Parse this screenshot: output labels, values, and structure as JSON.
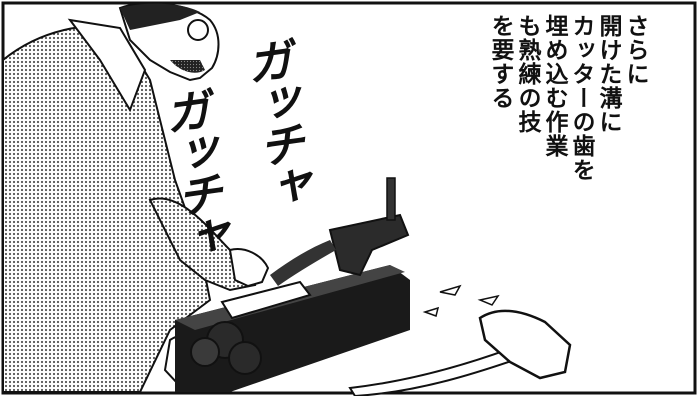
{
  "narration": {
    "lines": [
      "さらに",
      "開けた溝に",
      "カッターの歯を",
      "埋め込む作業",
      "も熟練の技",
      "を要する"
    ]
  },
  "sound_effects": [
    "ガッチャ",
    "ガッチャ"
  ],
  "colors": {
    "ink": "#111111",
    "paper": "#ffffff",
    "tone": "#8a8a8a"
  }
}
